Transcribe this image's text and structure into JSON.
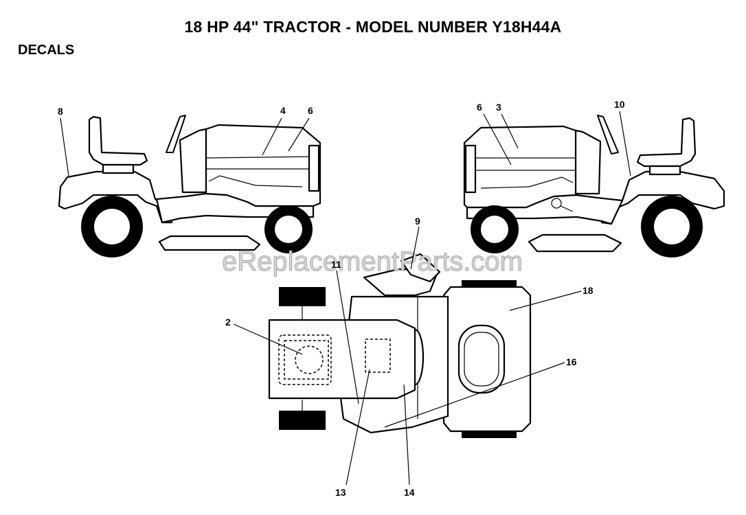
{
  "header": {
    "title": "18 HP 44\" TRACTOR - MODEL NUMBER Y18H44A",
    "section": "DECALS"
  },
  "watermark": "eReplacementParts.com",
  "callouts": {
    "c8": "8",
    "c4": "4",
    "c6_left": "6",
    "c6_right": "6",
    "c3": "3",
    "c10": "10",
    "c9": "9",
    "c11": "11",
    "c18": "18",
    "c2": "2",
    "c16": "16",
    "c13": "13",
    "c14": "14"
  }
}
